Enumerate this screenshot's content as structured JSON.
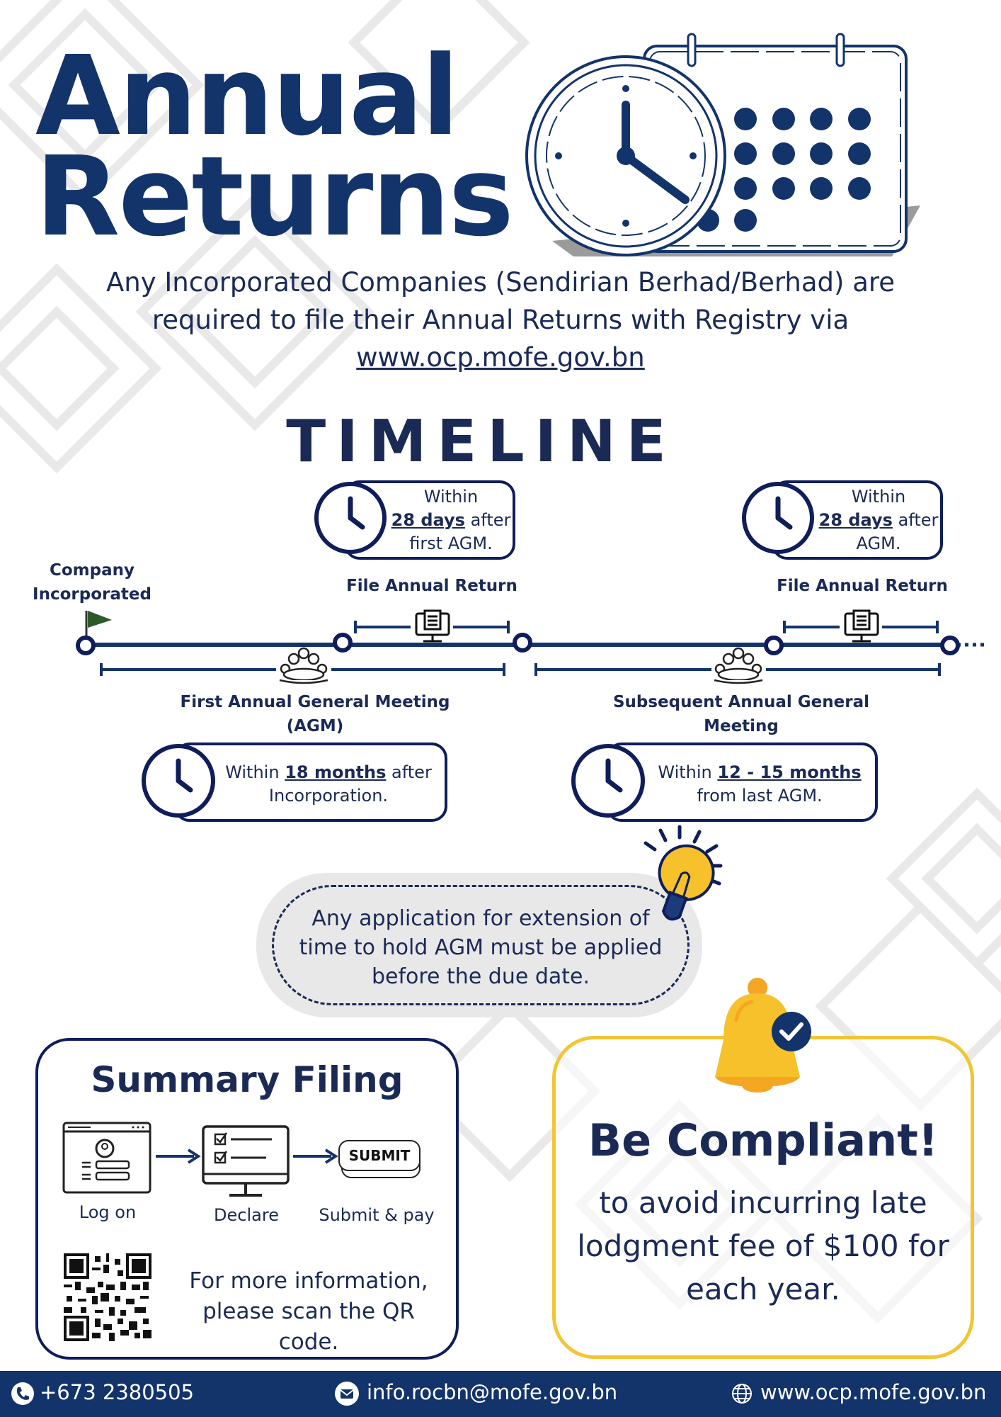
{
  "colors": {
    "navy": "#13336b",
    "dark_navy": "#0f1d5a",
    "gold": "#f2c533",
    "bell_orange": "#f5a623",
    "gray_bubble": "#e8e8e8"
  },
  "title": {
    "line1": "Annual",
    "line2": "Returns"
  },
  "intro": {
    "line1": "Any Incorporated Companies (Sendirian Berhad/Berhad) are",
    "line2": "required to file their Annual Returns with Registry via",
    "link": "www.ocp.mofe.gov.bn"
  },
  "timeline": {
    "heading": "TIMELINE",
    "start_label": "Company Incorporated",
    "file_label_1": "File Annual Return",
    "file_label_2": "File Annual Return",
    "box_top_1": {
      "pre": "Within",
      "bold": "28 days",
      "post": "after",
      "tail": "first AGM."
    },
    "box_top_2": {
      "pre": "Within",
      "bold": "28 days",
      "post": "after",
      "tail": "AGM."
    },
    "agm_label_1": "First Annual General Meeting (AGM)",
    "agm_label_2": "Subsequent Annual General Meeting",
    "box_bottom_1": {
      "pre": "Within",
      "bold": "18 months",
      "post": "after",
      "tail": "Incorporation."
    },
    "box_bottom_2": {
      "pre": "Within",
      "bold": "12 - 15 months",
      "post": "",
      "tail": "from last AGM."
    }
  },
  "tip": {
    "line1": "Any application for extension of",
    "line2": "time to hold AGM must be applied",
    "line3": "before the due date."
  },
  "summary": {
    "title": "Summary Filing",
    "steps": [
      "Log on",
      "Declare",
      "Submit & pay"
    ],
    "submit_button": "SUBMIT",
    "qr_line1": "For more information,",
    "qr_line2": "please scan the QR code."
  },
  "compliance": {
    "title": "Be Compliant!",
    "line1": "to avoid incurring late",
    "line2": "lodgment fee of $100 for",
    "line3": "each year."
  },
  "footer": {
    "phone": "+673 2380505",
    "email": "info.rocbn@mofe.gov.bn",
    "website": "www.ocp.mofe.gov.bn"
  },
  "icons": [
    "clock-calendar-icon",
    "clock-icon",
    "computer-document-icon",
    "meeting-icon",
    "flag-icon",
    "lightbulb-icon",
    "bell-check-icon",
    "login-form-icon",
    "checklist-monitor-icon",
    "submit-button-icon",
    "qr-code",
    "phone-icon",
    "email-icon",
    "globe-icon"
  ]
}
